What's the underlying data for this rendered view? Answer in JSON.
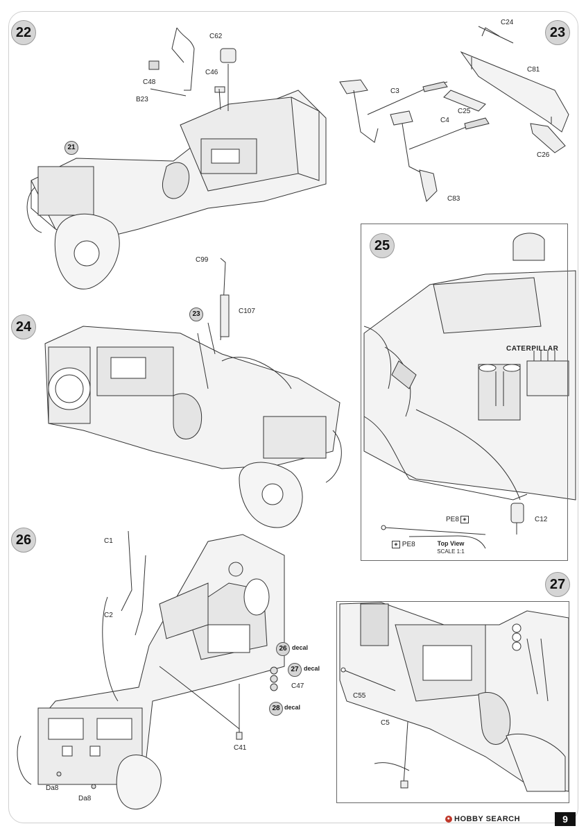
{
  "steps": {
    "s22": {
      "number": "22",
      "callout": "21",
      "parts": {
        "c62": "C62",
        "c46": "C46",
        "c48": "C48",
        "b23": "B23"
      }
    },
    "s23": {
      "number": "23",
      "parts": {
        "c24": "C24",
        "c81": "C81",
        "c3": "C3",
        "c25": "C25",
        "c4": "C4",
        "c26": "C26",
        "c83": "C83"
      }
    },
    "s24": {
      "number": "24",
      "callout": "23",
      "parts": {
        "c99": "C99",
        "c107": "C107"
      }
    },
    "s25": {
      "number": "25",
      "engine_text": "CATERPILLAR",
      "parts": {
        "pe8": "PE8",
        "pe8b": "PE8",
        "c12": "C12"
      },
      "top_view": "Top View",
      "scale": "SCALE 1:1"
    },
    "s26": {
      "number": "26",
      "parts": {
        "c1": "C1",
        "c2": "C2",
        "c47": "C47",
        "c41": "C41",
        "da8a": "Da8",
        "da8b": "Da8"
      },
      "decals": [
        {
          "number": "26",
          "label": "decal"
        },
        {
          "number": "27",
          "label": "decal"
        },
        {
          "number": "28",
          "label": "decal"
        }
      ]
    },
    "s27": {
      "number": "27",
      "parts": {
        "c55": "C55",
        "c5": "C5"
      }
    }
  },
  "footer": {
    "watermark": "HOBBY SEARCH",
    "page_number": "9"
  }
}
